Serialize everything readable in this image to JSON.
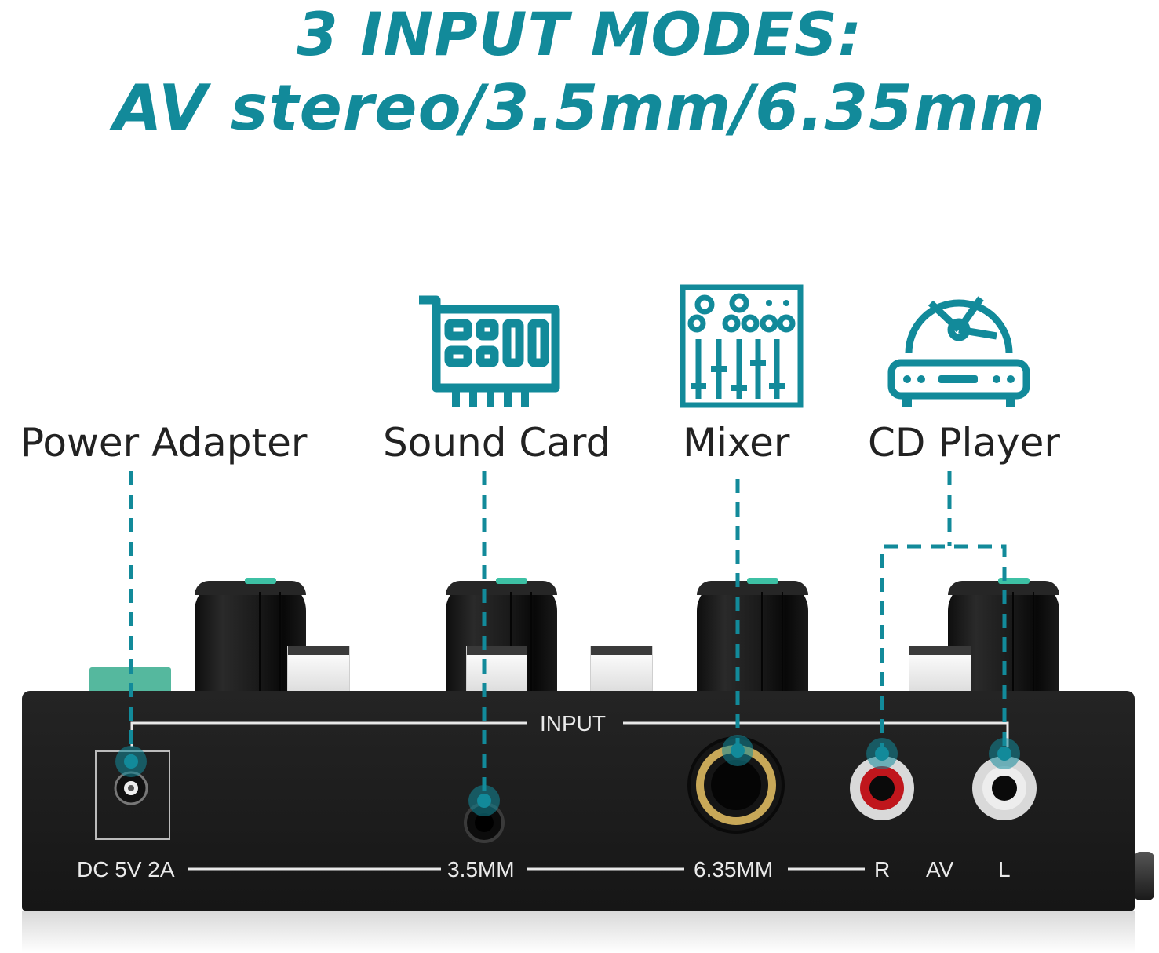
{
  "headline": {
    "line1": "3 INPUT MODES:",
    "line2": "AV stereo/3.5mm/6.35mm"
  },
  "devices": [
    {
      "label": "Power Adapter",
      "icon": "power-plug"
    },
    {
      "label": "Sound Card",
      "icon": "sound-card-icon"
    },
    {
      "label": "Mixer",
      "icon": "mixer-icon"
    },
    {
      "label": "CD Player",
      "icon": "cd-player-icon"
    }
  ],
  "panel": {
    "input_label": "INPUT",
    "dc_label": "DC 5V 2A",
    "jack35_label": "3.5MM",
    "jack635_label": "6.35MM",
    "r_label": "R",
    "av_label": "AV",
    "l_label": "L"
  },
  "colors": {
    "accent": "#128a9a",
    "knob_indicator": "#3dc0a4",
    "switch": "#55b89e",
    "rca_right": "#c0161c",
    "rca_left": "#d8d8d8",
    "jack635_ring": "#c8a858"
  }
}
